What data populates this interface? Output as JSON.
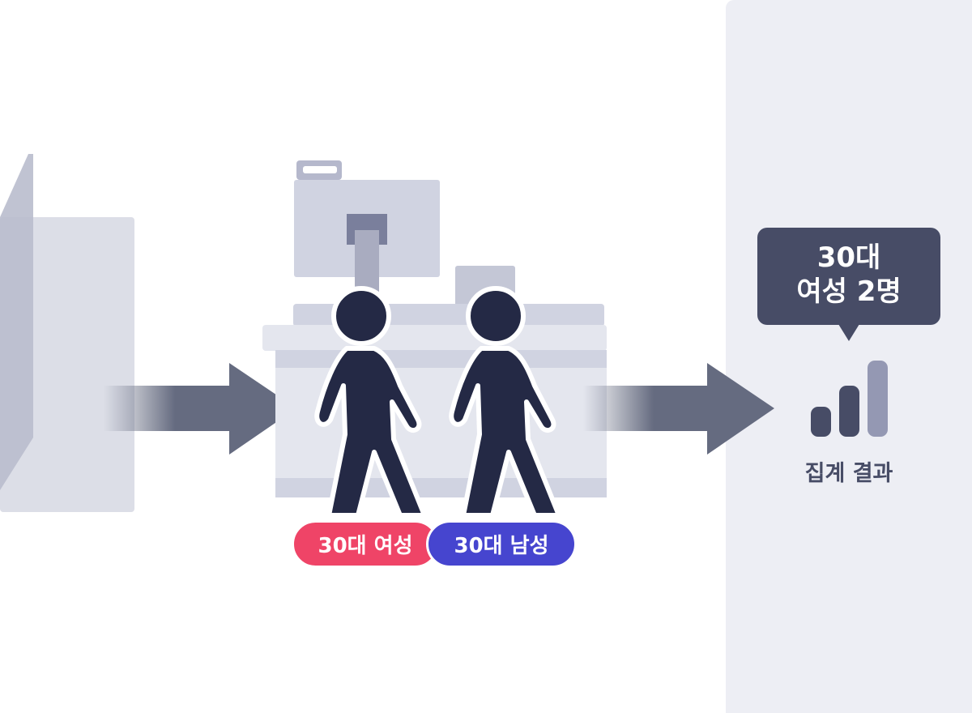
{
  "labels": {
    "female": "30대 여성",
    "male": "30대 남성"
  },
  "result_bubble": {
    "line1": "30대",
    "line2": "여성 2명"
  },
  "result_label": "집계 결과",
  "icons": {
    "door": "door-icon",
    "counter": "checkout-counter-icon",
    "person": "walking-person-icon",
    "chart": "bar-chart-icon",
    "arrow": "right-arrow-icon"
  },
  "colors": {
    "female_tag": "#ef4467",
    "male_tag": "#4645cf",
    "person": "#242945",
    "arrow": "#656b80",
    "panel_bg": "#edeef4",
    "bubble_bg": "#474c66"
  }
}
